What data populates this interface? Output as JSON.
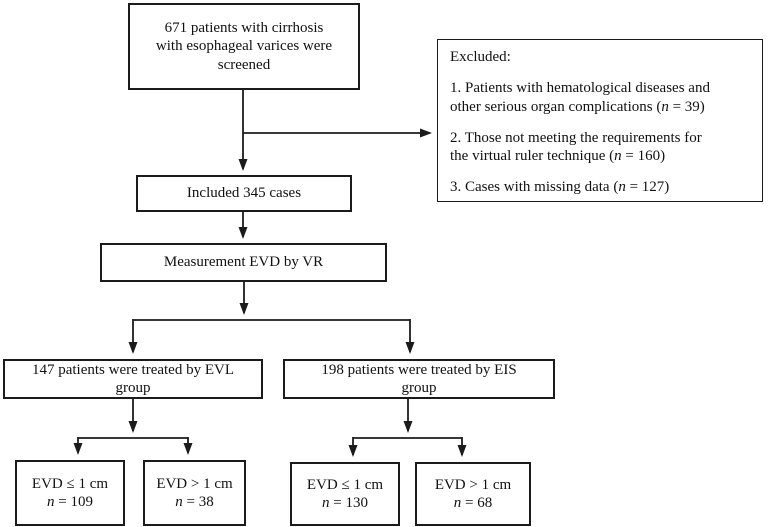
{
  "palette": {
    "line": "#1b1b1b",
    "text": "#111111",
    "background": "#ffffff"
  },
  "screened": {
    "text": "671 patients with cirrhosis\nwith esophageal varices were\nscreened"
  },
  "excluded": {
    "title": "Excluded:",
    "items": [
      {
        "pre": "1. Patients with hematological diseases and\nother serious organ complications (",
        "n": "n",
        "post": " = 39)"
      },
      {
        "pre": "2. Those not meeting the requirements for\nthe virtual ruler technique (",
        "n": "n",
        "post": " = 160)"
      },
      {
        "pre": "3. Cases with missing data (",
        "n": "n",
        "post": " = 127)"
      }
    ]
  },
  "included": {
    "text": "Included 345 cases"
  },
  "measurement": {
    "text": "Measurement EVD by VR"
  },
  "evl": {
    "text": "147 patients were treated by EVL\ngroup"
  },
  "eis": {
    "text": "198 patients were treated by EIS\ngroup"
  },
  "leaves": [
    {
      "label": "EVD ≤ 1 cm",
      "n": "n",
      "value": " = 109"
    },
    {
      "label": "EVD > 1 cm",
      "n": "n",
      "value": " = 38"
    },
    {
      "label": "EVD ≤ 1 cm",
      "n": "n",
      "value": " = 130"
    },
    {
      "label": "EVD > 1 cm",
      "n": "n",
      "value": " = 68"
    }
  ]
}
